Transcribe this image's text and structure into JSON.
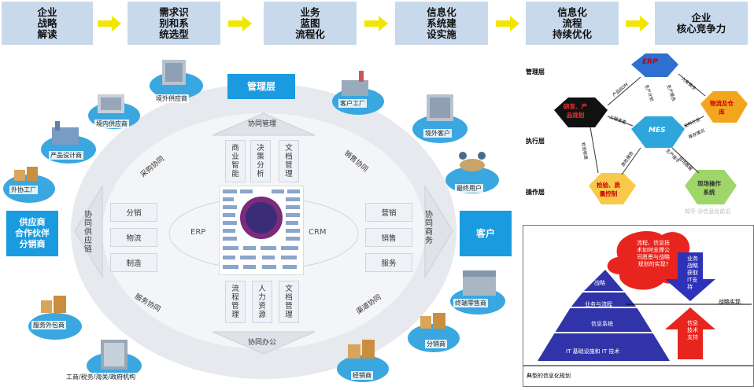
{
  "process_steps": [
    {
      "label": "企业\n战略\n解读"
    },
    {
      "label": "需求识\n别和系\n统选型"
    },
    {
      "label": "业务\n蓝图\n流程化"
    },
    {
      "label": "信息化\n系统建\n设实施"
    },
    {
      "label": "信息化\n流程\n持续优化"
    },
    {
      "label": "企业\n核心竞争力"
    }
  ],
  "main": {
    "management_layer": "管理层",
    "supplier_box": "供应商\n合作伙伴\n分销商",
    "customer_box": "客户",
    "collab_manage": "协同管理",
    "collab_office": "协同办公",
    "purchase_collab": "采购协同",
    "sales_collab": "销售协同",
    "service_collab": "服务协同",
    "channel_collab": "渠道协同",
    "supply_chain": "协\n同\n供\n应\n链",
    "business_collab": "协\n同\n商\n务",
    "left_items": [
      "分销",
      "物流",
      "制造"
    ],
    "right_items": [
      "营销",
      "销售",
      "服务"
    ],
    "top_items": [
      "商\n业\n智\n能",
      "决\n策\n分\n析",
      "文\n档\n管\n理"
    ],
    "bottom_items": [
      "流\n程\n管\n理",
      "人\n力\n资\n源",
      "文\n档\n管\n理"
    ],
    "erp": "ERP",
    "crm": "CRM",
    "nodes": {
      "overseas_supplier": "境外供应商",
      "domestic_supplier": "境内供应商",
      "product_designer": "产品设计商",
      "outsource_factory": "外协工厂",
      "service_outsourcer": "服务外包商",
      "gov": "工商/税务/海关/政府机构",
      "customer_factory": "客户工厂",
      "overseas_customer": "境外客户",
      "end_user": "最终用户",
      "retailer": "终端零售商",
      "distributor": "分销商",
      "dealer": "经销商"
    }
  },
  "mes_diagram": {
    "layer_manage": "管理层",
    "layer_exec": "执行层",
    "layer_op": "操作层",
    "erp": "ERP",
    "mes": "MES",
    "rnd": "研发、产\n品规划",
    "logistics": "物流及仓\n库",
    "quality": "检验、质\n量控制",
    "field": "现场操作\n系统",
    "arrows": [
      "产品BOM",
      "生产计划",
      "生产报告",
      "入库情况",
      "工程变更",
      "采料计划",
      "库存情况",
      "检验标准",
      "质检报告",
      "生产指令",
      "现场数据"
    ],
    "watermark": "知乎 @信息化前沿"
  },
  "pyramid": {
    "bubble": "流程、信息技\n术如何支撑公\n司愿景与战略\n规划的实现?",
    "levels": [
      "战略",
      "业务与流程",
      "信息系统",
      "IT 基础设施和 IT 技术"
    ],
    "down_arrow": "业务\n战略\n获取\nIT支\n持",
    "up_arrow": "信息\n技术\n支持",
    "strategy_impl": "战略实现",
    "caption": "典型的信息化规划"
  },
  "colors": {
    "step_bg": "#c9d9ec",
    "arrow_yellow": "#f2e600",
    "blue": "#1a9be0",
    "navy": "#2e3192"
  }
}
